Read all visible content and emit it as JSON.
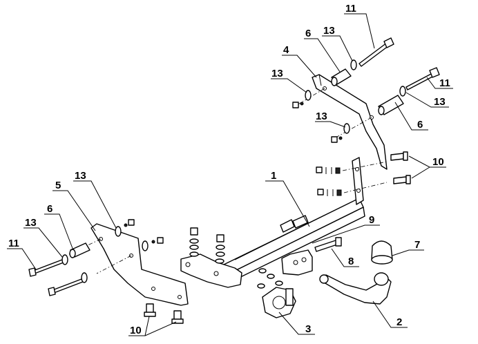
{
  "diagram": {
    "labels": {
      "l1": "1",
      "l2": "2",
      "l3": "3",
      "l4": "4",
      "l5": "5",
      "l6_top": "6",
      "l6_right": "6",
      "l6_left": "6",
      "l7": "7",
      "l8": "8",
      "l9": "9",
      "l10_right": "10",
      "l10_bottom": "10",
      "l11_top": "11",
      "l11_right": "11",
      "l11_left": "11",
      "l13_top": "13",
      "l13_upper_left": "13",
      "l13_right": "13",
      "l13_mid": "13",
      "l13_left_a": "13",
      "l13_left_b": "13"
    }
  }
}
